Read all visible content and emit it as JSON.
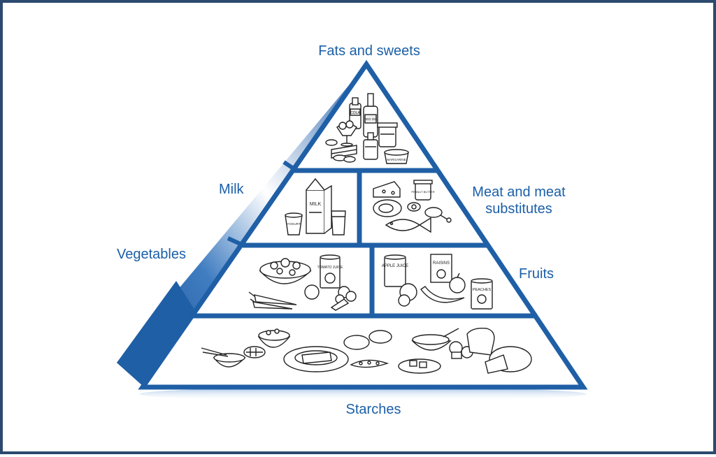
{
  "labels": {
    "fats_and_sweets": "Fats and sweets",
    "milk": "Milk",
    "meat_line1": "Meat and meat",
    "meat_line2": "substitutes",
    "vegetables": "Vegetables",
    "fruits": "Fruits",
    "starches": "Starches"
  },
  "food_labels": {
    "cola": "COLA",
    "oil": "VEG OIL",
    "margarine": "MARGARINE",
    "milk_carton": "MILK",
    "yogurt": "YOGURT",
    "peanut_butter": "PEANUT BUTTER",
    "tomato_juice": "TOMATO JUICE",
    "apple_juice": "APPLE JUICE",
    "raisins": "RAISINS",
    "peaches": "PEACHES"
  },
  "colors": {
    "pyramid_blue": "#1f5fa6",
    "label_blue": "#1b5fa8",
    "frame": "#2c4a6e",
    "shadow": "#c9dbee"
  }
}
